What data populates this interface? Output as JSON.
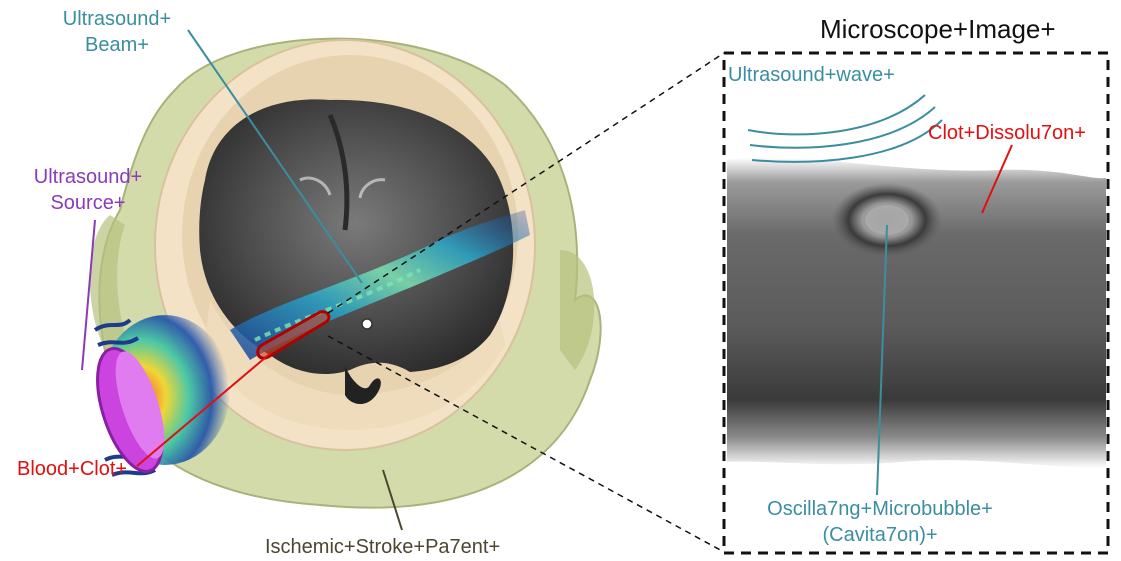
{
  "labels": {
    "ultrasound_beam": [
      "Ultrasound+",
      "Beam+"
    ],
    "ultrasound_source": [
      "Ultrasound+",
      "Source+"
    ],
    "blood_clot": "Blood+Clot+",
    "patient": "Ischemic+Stroke+Pa7ent+",
    "microscope_title": "Microscope+Image+",
    "ultrasound_wave": "Ultrasound+wave+",
    "clot_dissolution": "Clot+Dissolu7on+",
    "microbubble": [
      "Oscilla7ng+Microbubble+",
      "(Cavita7on)+"
    ]
  },
  "colors": {
    "teal": "#3a8ea0",
    "purple": "#8a3cb8",
    "red": "#e01010",
    "olive": "#4d4630",
    "skull": "#f3e2c6",
    "skin": "#cdd59b",
    "transducer": "#cc44e0"
  }
}
